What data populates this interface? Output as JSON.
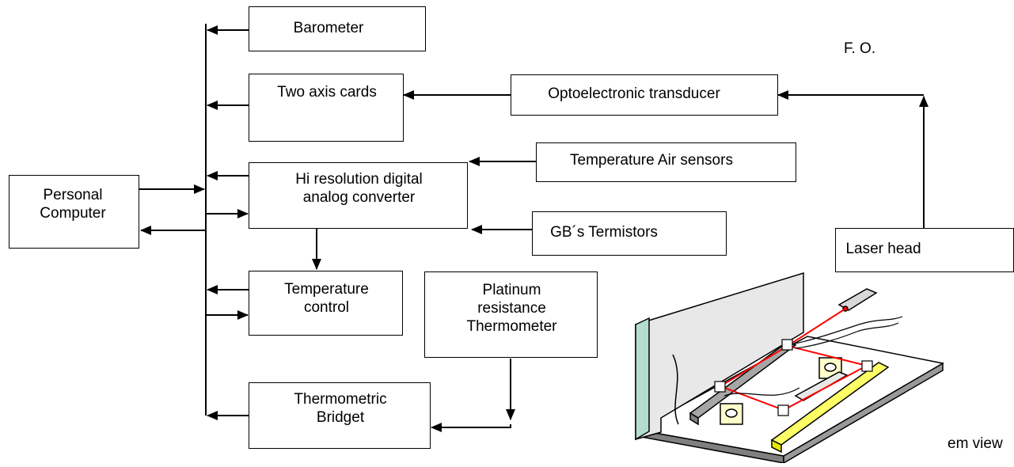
{
  "diagram": {
    "boxes": {
      "personal_computer": "Personal\nComputer",
      "barometer": "Barometer",
      "two_axis_cards": "Two axis cards",
      "hi_resolution_converter": "Hi resolution digital\nanalog converter",
      "temperature_control": "Temperature\ncontrol",
      "thermometric_bridget": "Thermometric\nBridget",
      "platinum_thermometer": "Platinum\nresistance\nThermometer",
      "optoelectronic_transducer": "Optoelectronic transducer",
      "temperature_air_sensors": "Temperature Air sensors",
      "gb_termistors": "GB´s Termistors",
      "laser_head": "Laser head"
    },
    "fo_label": "F. O.",
    "partial_caption": "em view"
  },
  "colors": {
    "stroke": "#000000",
    "wall": "#b3ddd0",
    "base": "#ffffff",
    "base_side": "#808080",
    "laser": "#ff0000",
    "rail": "#ffff66",
    "bar": "#a6a6a6",
    "block": "#ffffcc"
  }
}
